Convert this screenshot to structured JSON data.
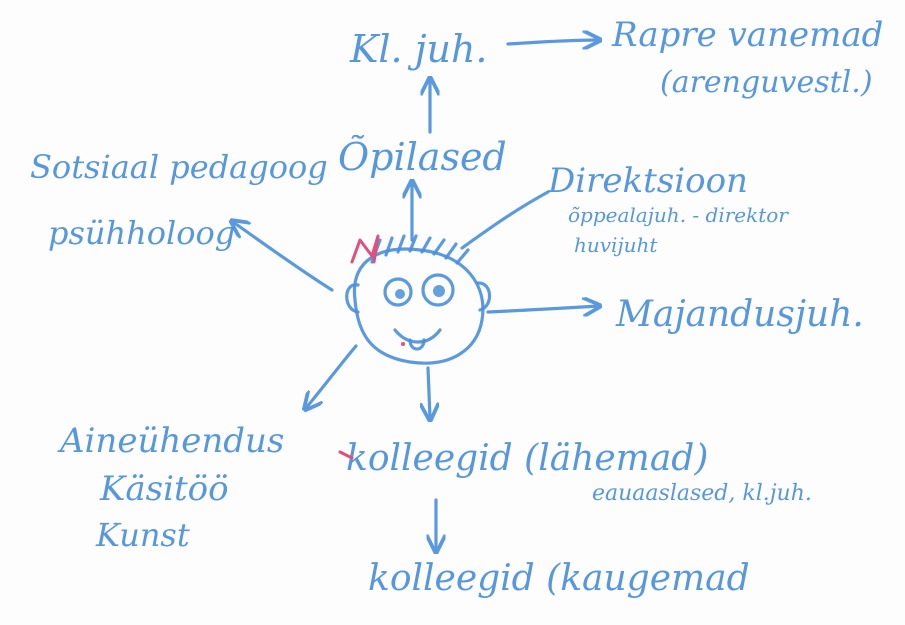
{
  "nodes": {
    "top": {
      "line1": "Kl. juh.",
      "arrow_target": "Rapre vanemad",
      "arrow_target_sub": "(arenguvestl.)"
    },
    "center_top": {
      "label": "Õpilased"
    },
    "left_top": {
      "label": "Sotsiaal pedagoog"
    },
    "left_mid": {
      "label": "psühholoog"
    },
    "right_top": {
      "line1": "Direktsioon",
      "line2": "õppealajuh. - direktor",
      "line3": "huvijuht"
    },
    "right_mid": {
      "label": "Majandusjuh."
    },
    "bottom_left": {
      "line1": "Aineühendus",
      "line2": "Käsitöö",
      "line3": "Kunst"
    },
    "bottom_center": {
      "line1": "kolleegid (lähemad)",
      "line2": "eauaaslased, kl.juh.",
      "line3": "kolleegid (kaugemad"
    }
  },
  "colors": {
    "pencil_blue": "#4a8fdc",
    "pencil_red": "#e0507a"
  }
}
